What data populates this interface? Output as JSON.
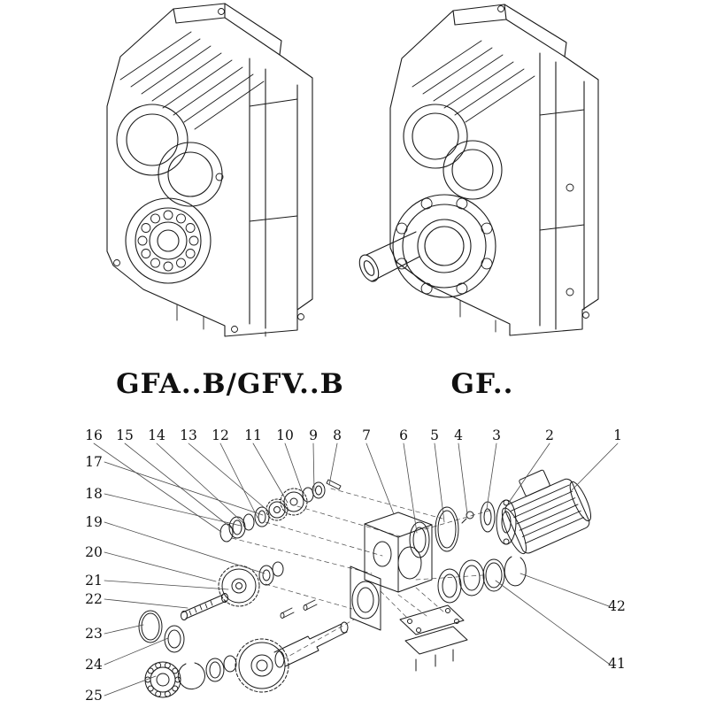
{
  "figure": {
    "left_model_label": "GFA..B/GFV..B",
    "right_model_label": "GF.."
  },
  "exploded": {
    "top_numbers": [
      "16",
      "15",
      "14",
      "13",
      "12",
      "11",
      "10",
      "9",
      "8",
      "7",
      "6",
      "5",
      "4",
      "3",
      "2",
      "1"
    ],
    "left_numbers": [
      "17",
      "18",
      "19",
      "20",
      "21",
      "22",
      "23",
      "24",
      "25"
    ],
    "right_numbers": [
      "42",
      "41"
    ]
  },
  "colors": {
    "line": "#1a1a1a",
    "leader": "#4a4a4a",
    "background": "#ffffff"
  }
}
